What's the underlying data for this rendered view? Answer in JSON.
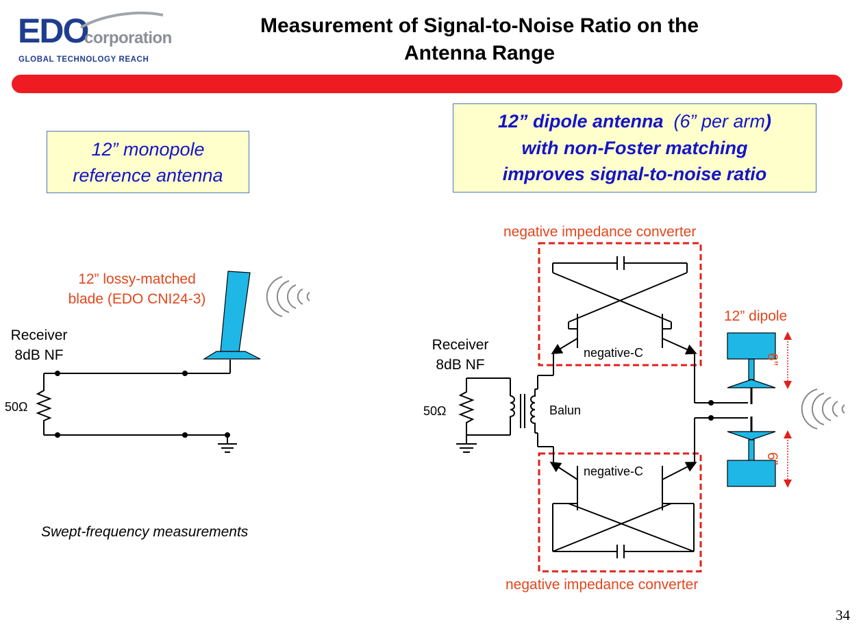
{
  "logo": {
    "brand": "EDO",
    "suffix": "corporation",
    "tagline": "GLOBAL TECHNOLOGY REACH"
  },
  "title": {
    "line1": "Measurement of Signal-to-Noise Ratio on the",
    "line2": "Antenna Range"
  },
  "left_callout": {
    "line1": "12” monopole",
    "line2": "reference antenna"
  },
  "right_callout": {
    "line1_bold": "12” dipole antenna",
    "line1_normal": "(6” per arm",
    "line1_close": ")",
    "line2": "with non-Foster matching",
    "line3": "improves signal-to-noise ratio"
  },
  "left_circuit": {
    "blade_line1": "12” lossy-matched",
    "blade_line2": "blade (EDO CNI24-3)",
    "receiver_line1": "Receiver",
    "receiver_line2": "8dB NF",
    "resistor": "50Ω"
  },
  "right_circuit": {
    "nic_top": "negative impedance converter",
    "nic_bottom": "negative impedance converter",
    "neg_c_top": "negative-C",
    "neg_c_bottom": "negative-C",
    "receiver_line1": "Receiver",
    "receiver_line2": "8dB NF",
    "resistor": "50Ω",
    "balun": "Balun",
    "dipole": "12” dipole",
    "arm_top": "6”",
    "arm_bottom": "6”"
  },
  "caption": "Swept-frequency measurements",
  "page_number": "34",
  "colors": {
    "brand_blue": "#1f3d8f",
    "bar_red": "#ef1b23",
    "label_orange": "#e2461c",
    "callout_text": "#1414c8",
    "antenna_cyan": "#1fb7e6",
    "dashed_red": "#e0201c"
  }
}
